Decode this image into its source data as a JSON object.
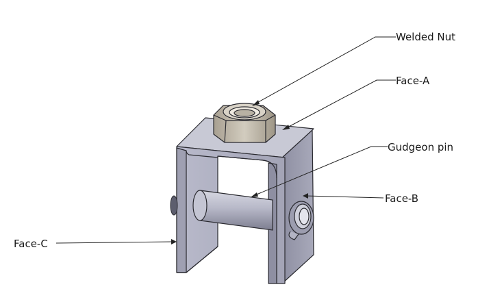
{
  "labels": {
    "welded_nut": "Welded Nut",
    "face_a": "Face-A",
    "gudgeon_pin": "Gudgeon pin",
    "face_b": "Face-B",
    "face_c": "Face-C"
  },
  "colors": {
    "metal_light": "#c9cad6",
    "metal_mid": "#a9aabb",
    "metal_dark": "#6f7081",
    "nut": "#bdb6a8",
    "outline": "#2a2a30"
  }
}
